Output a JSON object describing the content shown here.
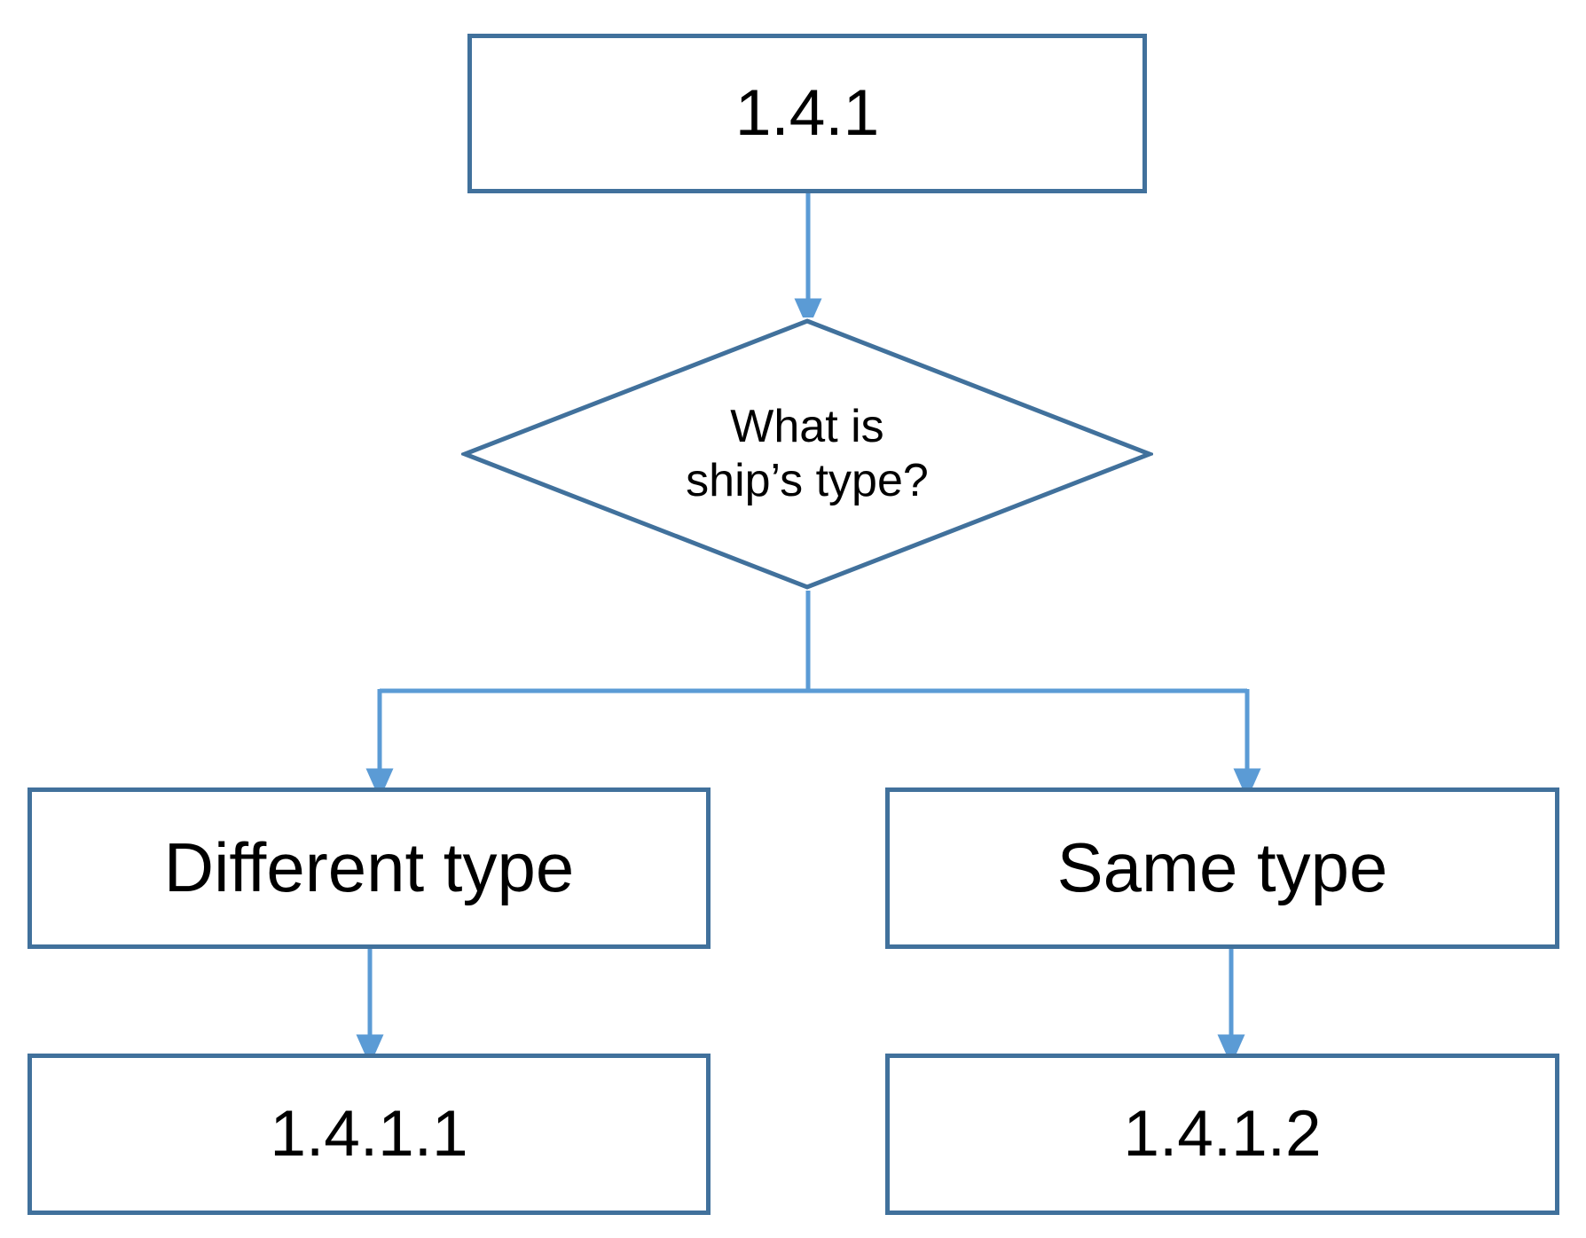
{
  "diagram": {
    "type": "flowchart",
    "title": "",
    "colors": {
      "node_border": "#41719C",
      "node_fill": "#FFFFFF",
      "connector": "#5B9BD5",
      "text": "#000000"
    },
    "nodes": {
      "root": {
        "label": "1.4.1",
        "shape": "process"
      },
      "decision": {
        "label": "What is\nship’s type?",
        "shape": "decision"
      },
      "branch_left": {
        "label": "Different type",
        "shape": "process"
      },
      "branch_right": {
        "label": "Same type",
        "shape": "process"
      },
      "leaf_left": {
        "label": "1.4.1.1",
        "shape": "process"
      },
      "leaf_right": {
        "label": "1.4.1.2",
        "shape": "process"
      }
    },
    "edges": [
      {
        "from": "root",
        "to": "decision",
        "label": ""
      },
      {
        "from": "decision",
        "to": "branch_left",
        "label": ""
      },
      {
        "from": "decision",
        "to": "branch_right",
        "label": ""
      },
      {
        "from": "branch_left",
        "to": "leaf_left",
        "label": ""
      },
      {
        "from": "branch_right",
        "to": "leaf_right",
        "label": ""
      }
    ]
  }
}
